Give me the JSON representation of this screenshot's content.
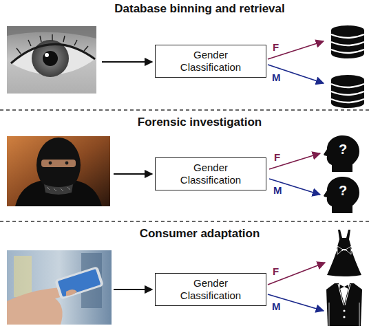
{
  "diagram": {
    "nodes": [
      {
        "text": [
          "Gender Classification"
        ]
      },
      {
        "text": [
          "Gender Classification"
        ]
      },
      {
        "text": [
          "?"
        ]
      },
      {
        "text": [
          "?"
        ]
      },
      {
        "text": [
          "Gender Classification"
        ]
      }
    ],
    "edges": [
      {
        "from": 1,
        "to": 2,
        "arrow": "to",
        "label": "F"
      },
      {
        "from": 1,
        "to": 3,
        "arrow": "to",
        "label": "M"
      }
    ],
    "labels": [
      "Database binning and retrieval",
      "F",
      "M",
      "Forensic investigation",
      "Consumer adaptation",
      "F",
      "M"
    ]
  }
}
